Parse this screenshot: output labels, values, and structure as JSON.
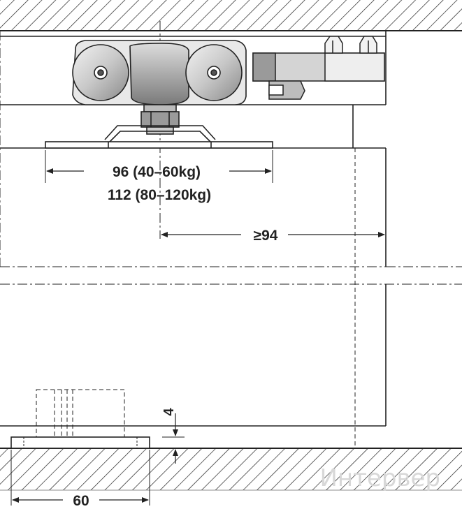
{
  "dimensions": {
    "roller_spacing_line1": "96 (40–60kg)",
    "roller_spacing_line2": "112 (80–120kg)",
    "min_clearance": "≥94",
    "guide_width": "60",
    "floor_gap": "4"
  },
  "watermark": "Интервер",
  "colors": {
    "line": "#222222",
    "fill_dark": "#555555",
    "fill_mid": "#9a9a9a",
    "fill_light": "#d9d9d9",
    "watermark": "#d8d8d8"
  }
}
